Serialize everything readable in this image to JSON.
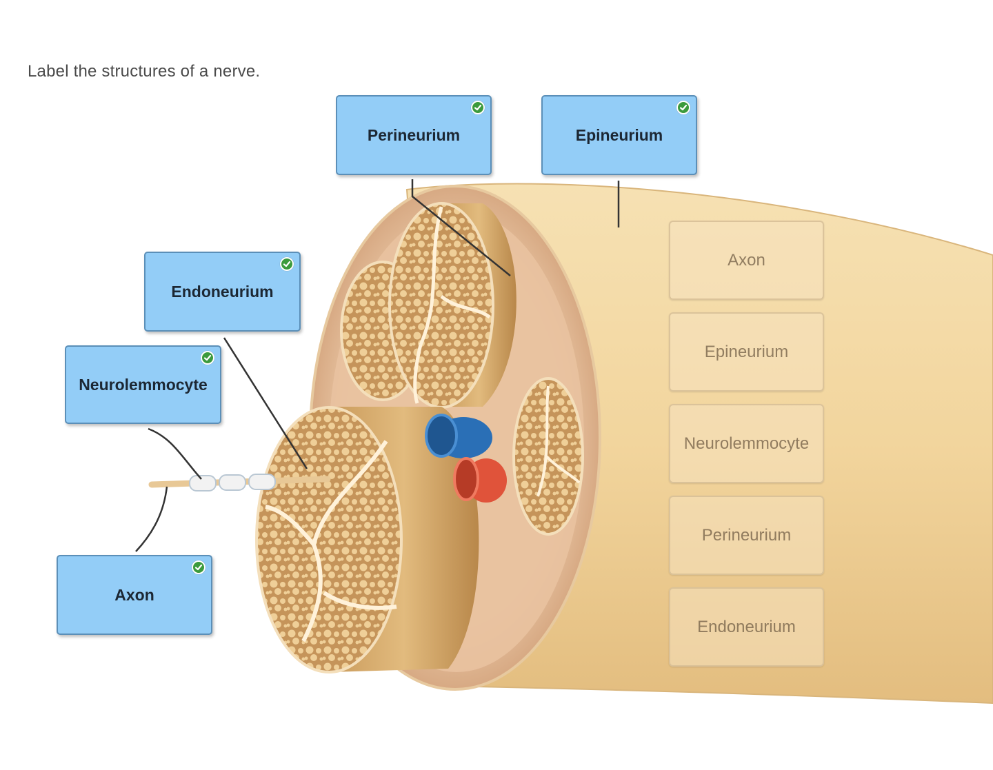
{
  "prompt": "Label the structures of a nerve.",
  "placed_labels": [
    {
      "id": "perineurium",
      "text": "Perineurium",
      "correct": true
    },
    {
      "id": "epineurium",
      "text": "Epineurium",
      "correct": true
    },
    {
      "id": "endoneurium",
      "text": "Endoneurium",
      "correct": true
    },
    {
      "id": "neurolemmocyte",
      "text": "Neurolemmocyte",
      "correct": true
    },
    {
      "id": "axon",
      "text": "Axon",
      "correct": true
    }
  ],
  "label_bank": [
    "Axon",
    "Epineurium",
    "Neurolemmocyte",
    "Perineurium",
    "Endoneurium"
  ],
  "colors": {
    "label_fill": "#93cdf7",
    "label_border": "#5b8fb8",
    "check_green": "#3c9a3c",
    "nerve_tan": "#f1d49e",
    "vessel_blue": "#2a6fb6",
    "vessel_red": "#e0533a"
  },
  "icons": {
    "check": "check-circle-icon"
  }
}
